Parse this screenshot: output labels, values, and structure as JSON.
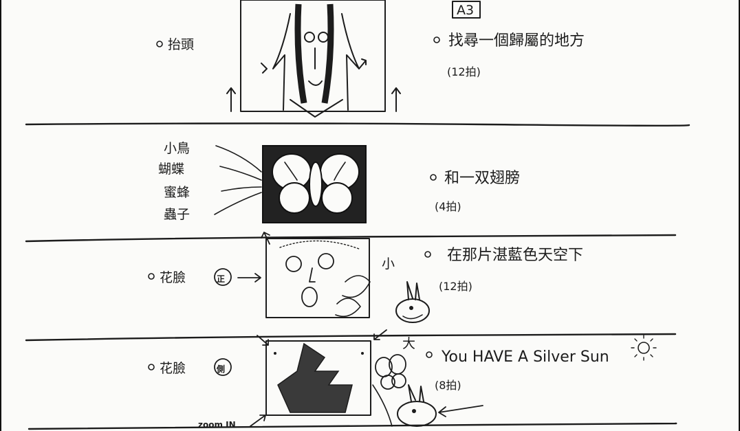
{
  "page_tag": "A3",
  "scenes": [
    {
      "shot": "抬頭",
      "lyric": "找尋一個歸屬的地方",
      "beats": "(12拍)"
    },
    {
      "shot_list": [
        "小鳥",
        "蝴蝶",
        "蜜蜂",
        "蟲子"
      ],
      "lyric": "和一双翅膀",
      "beats": "(4拍)"
    },
    {
      "shot": "花臉",
      "shot_mark": "正",
      "side_note": "小",
      "lyric": "在那片湛藍色天空下",
      "beats": "(12拍)"
    },
    {
      "shot": "花臉",
      "shot_mark": "側",
      "side_note": "大",
      "camera_note": "zoom IN",
      "lyric": "You HAVE A Silver Sun",
      "beats": "(8拍)"
    }
  ],
  "colors": {
    "ink": "#1c1c1c",
    "paper": "#fbfbf9"
  }
}
